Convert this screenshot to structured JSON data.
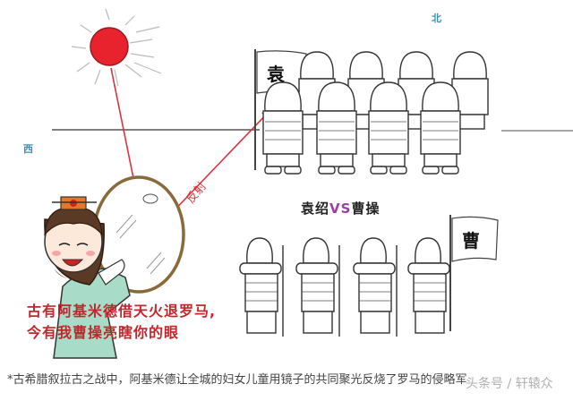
{
  "compass": {
    "north": "北",
    "west": "西"
  },
  "sun": {
    "color": "#e8232e"
  },
  "light_path": {
    "color": "#d9343f",
    "reflect_label": "反射"
  },
  "armies": {
    "title_left": "袁绍",
    "title_vs": "VS",
    "title_right": "曹操",
    "yuan_flag": "袁",
    "cao_flag": "曹",
    "yuan_soldiers": 8,
    "cao_soldiers": 4
  },
  "quote": {
    "line1": "古有阿基米德借天火退罗马,",
    "line2": "今有我曹操亮瞎你的眼"
  },
  "caption": "*古希腊叙拉古之战中，阿基米德让全城的妇女儿童用镜子的共同聚光反烧了罗马的侵略军",
  "watermark": "头条号 / 轩辕众",
  "colors": {
    "quote": "#c2272d",
    "vs": "#9b3fa8",
    "compass": "#3d8fb8",
    "robe": "#a8dcc8",
    "mirror_frame": "#8a6a3a"
  }
}
